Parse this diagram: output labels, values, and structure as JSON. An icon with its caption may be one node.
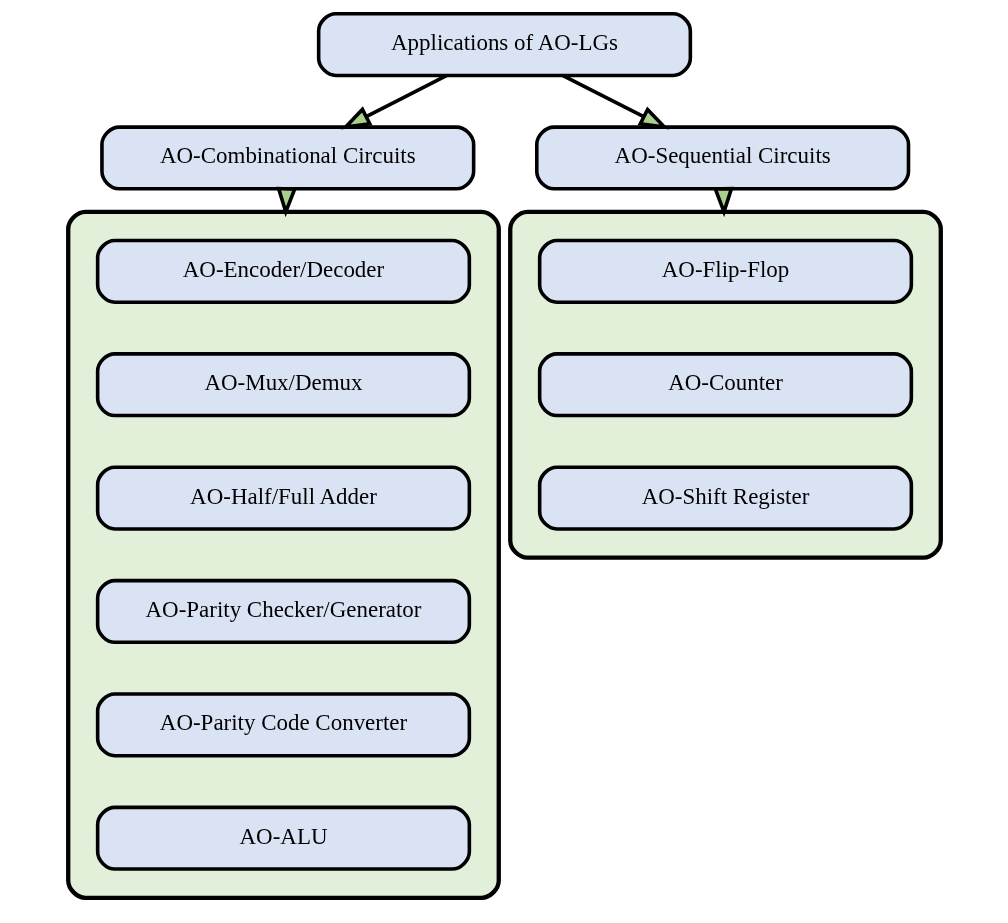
{
  "diagram": {
    "nodes": [
      {
        "text": [
          "Applications of AO-LGs"
        ]
      },
      {
        "text": [
          "AO-Combinational Circuits"
        ]
      },
      {
        "text": [
          "AO-Sequential Circuits"
        ]
      },
      {
        "text": [],
        "shape": "box"
      },
      {
        "text": [
          "AO-Encoder/Decoder"
        ],
        "in": 3
      },
      {
        "text": [
          "AO-Mux/Demux"
        ],
        "in": 3
      },
      {
        "text": [
          "AO-Half/Full Adder"
        ],
        "in": 3
      },
      {
        "text": [
          "AO-Parity Checker/Generator"
        ],
        "in": 3
      },
      {
        "text": [
          "AO-Parity Code Converter"
        ],
        "in": 3
      },
      {
        "text": [
          "AO-ALU"
        ],
        "in": 3
      },
      {
        "text": [],
        "shape": "box"
      },
      {
        "text": [
          "AO-Flip-Flop"
        ],
        "in": 10
      },
      {
        "text": [
          "AO-Counter"
        ],
        "in": 10
      },
      {
        "text": [
          "AO-Shift Register"
        ],
        "in": 10
      }
    ],
    "edges": [
      {
        "from": 0,
        "to": 1,
        "arrow": "to"
      },
      {
        "from": 0,
        "to": 2,
        "arrow": "to"
      },
      {
        "from": 1,
        "to": 3,
        "arrow": "to"
      },
      {
        "from": 2,
        "to": 10,
        "arrow": "to"
      }
    ]
  }
}
